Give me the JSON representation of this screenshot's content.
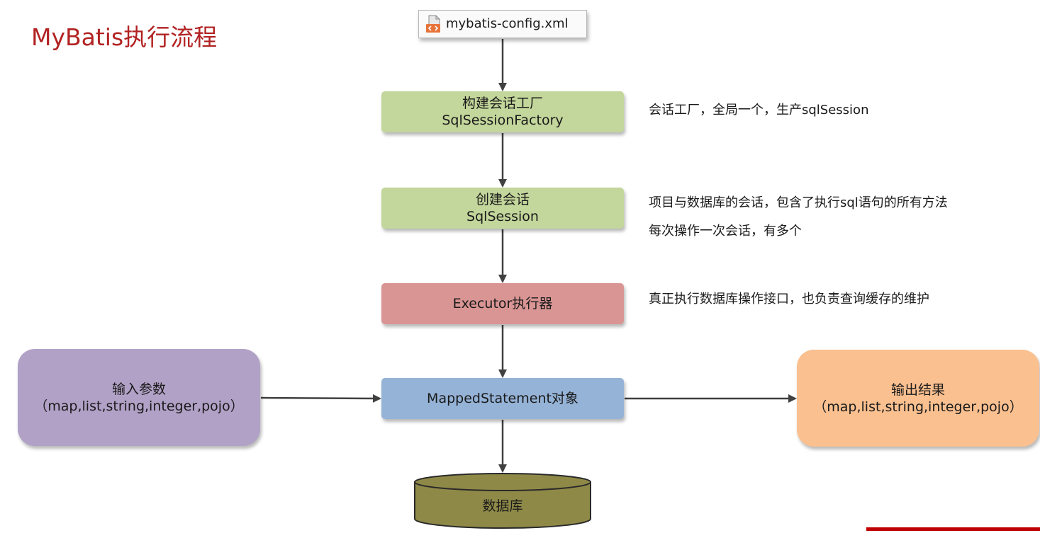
{
  "title": "MyBatis执行流程",
  "config_file": {
    "label": "mybatis-config.xml",
    "icon": "xml-file-icon"
  },
  "factory": {
    "line1": "构建会话工厂",
    "line2": "SqlSessionFactory"
  },
  "session": {
    "line1": "创建会话",
    "line2": "SqlSession"
  },
  "executor": {
    "label": "Executor执行器"
  },
  "mapped": {
    "label": "MappedStatement对象"
  },
  "input": {
    "line1": "输入参数",
    "line2": "（map,list,string,integer,pojo）"
  },
  "output": {
    "line1": "输出结果",
    "line2": "（map,list,string,integer,pojo）"
  },
  "database": {
    "label": "数据库"
  },
  "notes": {
    "factory": "会话工厂，全局一个，生产sqlSession",
    "session_line1": "项目与数据库的会话，包含了执行sql语句的所有方法",
    "session_line2": "每次操作一次会话，有多个",
    "executor": "真正执行数据库操作接口，也负责查询缓存的维护"
  },
  "colors": {
    "title": "#b22222",
    "factory": "#c3d69b",
    "session": "#c3d69b",
    "executor": "#d99594",
    "mapped": "#95b3d7",
    "input": "#b2a1c7",
    "output": "#fac090",
    "database": "#8f8948",
    "arrow": "#404040"
  }
}
